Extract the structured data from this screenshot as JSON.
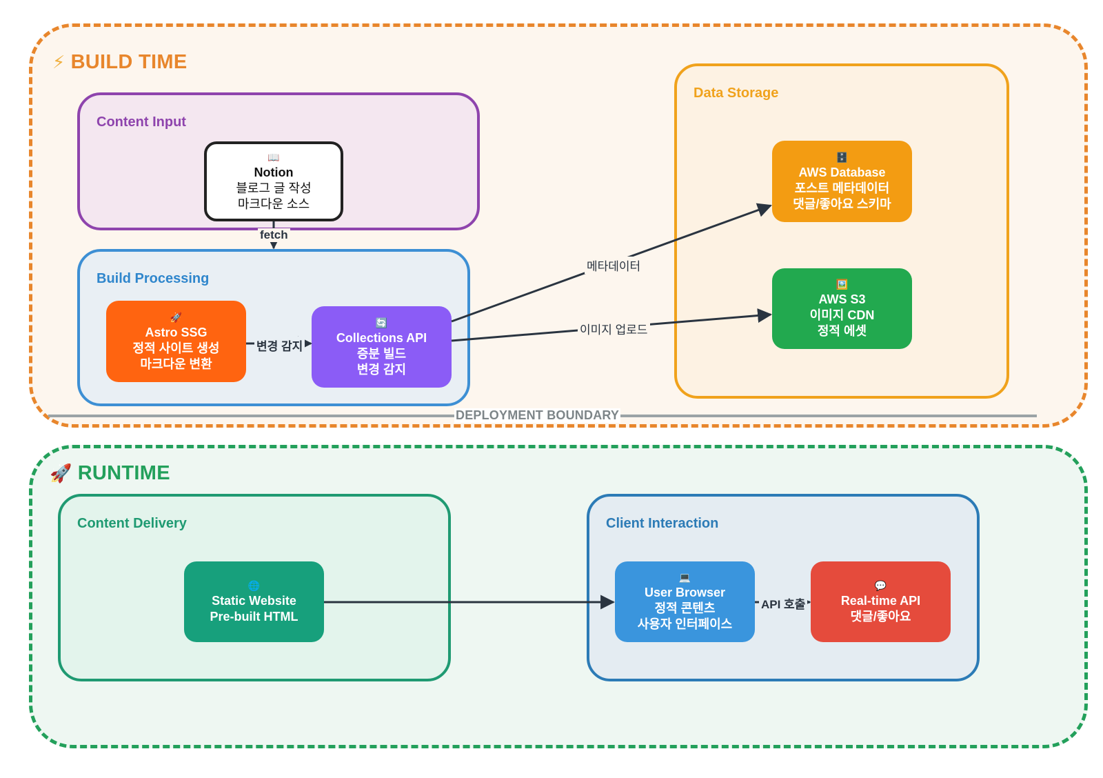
{
  "build_time": {
    "title": "BUILD TIME",
    "icon": "lightning-icon",
    "icon_glyph": "⚡",
    "color": "#e8862c"
  },
  "runtime": {
    "title": "RUNTIME",
    "icon": "rocket-icon",
    "icon_glyph": "🚀",
    "color": "#23a05b"
  },
  "groups": {
    "content_input": {
      "title": "Content Input",
      "color": "#8e44ad"
    },
    "build_processing": {
      "title": "Build Processing",
      "color": "#3d8fd4"
    },
    "data_storage": {
      "title": "Data Storage",
      "color": "#f0a21c"
    },
    "content_delivery": {
      "title": "Content Delivery",
      "color": "#1f9a72"
    },
    "client_interaction": {
      "title": "Client Interaction",
      "color": "#2c7bb6"
    }
  },
  "nodes": {
    "notion": {
      "icon": "book-icon",
      "glyph": "📖",
      "title": "Notion",
      "line1": "블로그 글 작성",
      "line2": "마크다운 소스"
    },
    "astro": {
      "icon": "rocket-icon",
      "glyph": "🚀",
      "title": "Astro SSG",
      "line1": "정적 사이트 생성",
      "line2": "마크다운 변환",
      "color": "#ff6410"
    },
    "collections": {
      "icon": "refresh-icon",
      "glyph": "🔄",
      "title": "Collections API",
      "line1": "증분 빌드",
      "line2": "변경 감지",
      "color": "#8b5cf6"
    },
    "aws_db": {
      "icon": "cabinet-icon",
      "glyph": "🗄️",
      "title": "AWS Database",
      "line1": "포스트 메타데이터",
      "line2": "댓글/좋아요 스키마",
      "color": "#f39c12"
    },
    "aws_s3": {
      "icon": "picture-icon",
      "glyph": "🖼️",
      "title": "AWS S3",
      "line1": "이미지 CDN",
      "line2": "정적 에셋",
      "color": "#22a94f"
    },
    "static_site": {
      "icon": "globe-icon",
      "glyph": "🌐",
      "title": "Static Website",
      "line1": "Pre-built HTML",
      "color": "#17a07c"
    },
    "browser": {
      "icon": "computer-icon",
      "glyph": "💻",
      "title": "User Browser",
      "line1": "정적 콘텐츠",
      "line2": "사용자 인터페이스",
      "color": "#3a95dd"
    },
    "realtime": {
      "icon": "speech-bubble-icon",
      "glyph": "💬",
      "title": "Real-time API",
      "line1": "댓글/좋아요",
      "color": "#e54b3c"
    }
  },
  "edges": {
    "fetch": "fetch",
    "change_detect": "변경 감지",
    "metadata": "메타데이터",
    "image_upload": "이미지 업로드",
    "api_call": "API 호출"
  },
  "boundary": {
    "label": "DEPLOYMENT BOUNDARY",
    "color": "#9ba3a6"
  }
}
